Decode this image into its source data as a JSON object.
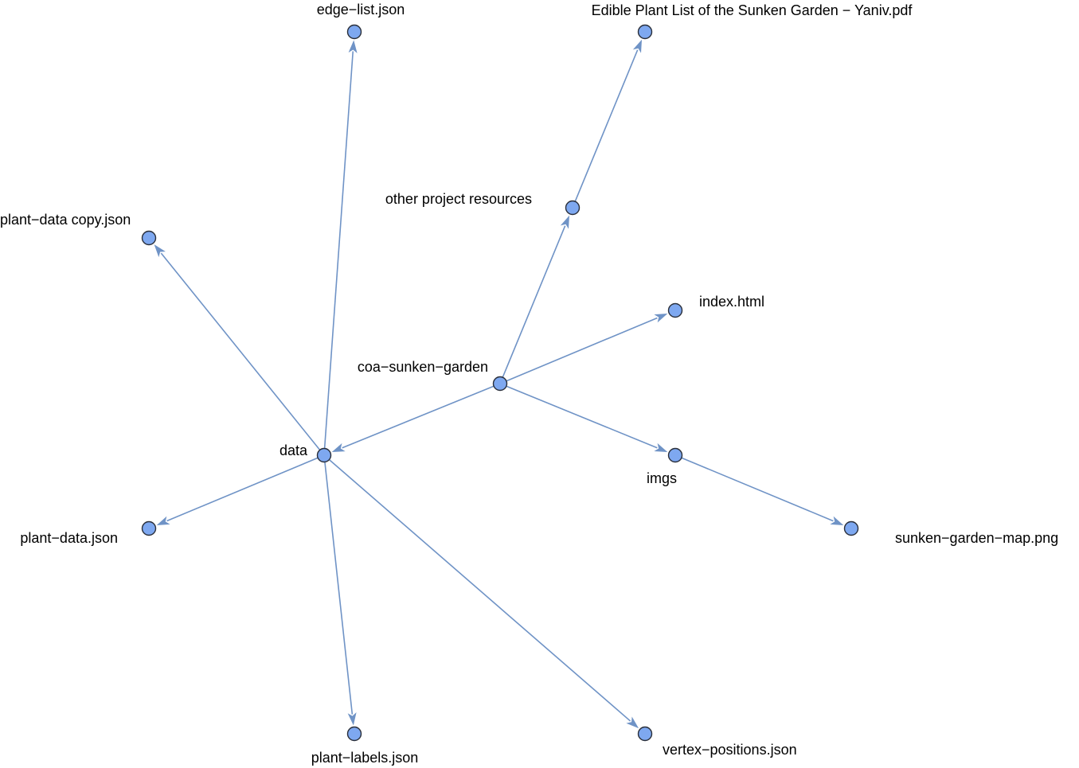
{
  "diagram": {
    "type": "directed-graph",
    "colors": {
      "edge": "#6f93c6",
      "node_fill": "#7ea8f0",
      "node_stroke": "#2a2f3a",
      "label": "#000000"
    },
    "nodes": [
      {
        "id": "coa",
        "label": "coa−sunken−garden"
      },
      {
        "id": "data",
        "label": "data"
      },
      {
        "id": "other",
        "label": "other project resources"
      },
      {
        "id": "index",
        "label": "index.html"
      },
      {
        "id": "imgs",
        "label": "imgs"
      },
      {
        "id": "edge_list",
        "label": "edge−list.json"
      },
      {
        "id": "plant_data_copy",
        "label": "plant−data copy.json"
      },
      {
        "id": "plant_data",
        "label": "plant−data.json"
      },
      {
        "id": "plant_labels",
        "label": "plant−labels.json"
      },
      {
        "id": "vertex_positions",
        "label": "vertex−positions.json"
      },
      {
        "id": "edible_pdf",
        "label": "Edible Plant List of the Sunken Garden − Yaniv.pdf"
      },
      {
        "id": "map_png",
        "label": "sunken−garden−map.png"
      }
    ],
    "edges": [
      {
        "from": "coa",
        "to": "data"
      },
      {
        "from": "coa",
        "to": "other"
      },
      {
        "from": "coa",
        "to": "index"
      },
      {
        "from": "coa",
        "to": "imgs"
      },
      {
        "from": "data",
        "to": "edge_list"
      },
      {
        "from": "data",
        "to": "plant_data_copy"
      },
      {
        "from": "data",
        "to": "plant_data"
      },
      {
        "from": "data",
        "to": "plant_labels"
      },
      {
        "from": "data",
        "to": "vertex_positions"
      },
      {
        "from": "other",
        "to": "edible_pdf"
      },
      {
        "from": "imgs",
        "to": "map_png"
      }
    ]
  }
}
